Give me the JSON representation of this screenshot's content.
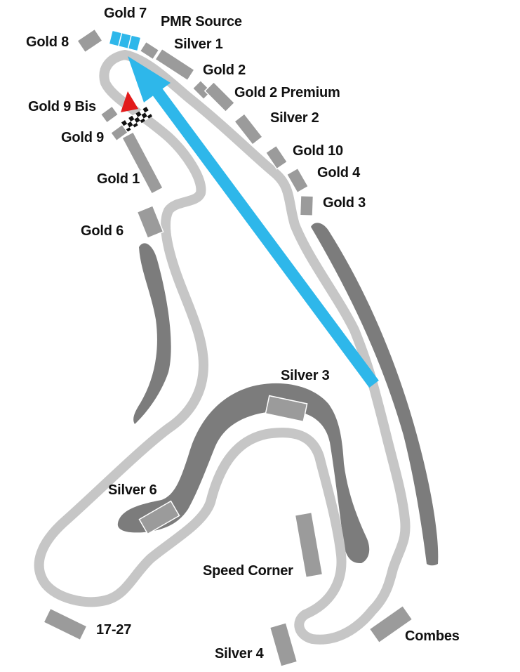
{
  "colors": {
    "track": "#c6c6c6",
    "stand": "#9b9b9b",
    "bank": "#7c7c7c",
    "highlight": "#2eb7ea",
    "start_marker": "#e21b1b",
    "text": "#111111"
  },
  "icons": {
    "direction": "red-triangle-direction-icon",
    "start_line": "checkered-flag-icon",
    "route": "blue-arrow-route"
  },
  "stands": [
    {
      "id": "gold-7",
      "label": "Gold 7",
      "highlighted": true
    },
    {
      "id": "pmr-source",
      "label": "PMR Source"
    },
    {
      "id": "gold-8",
      "label": "Gold 8"
    },
    {
      "id": "silver-1",
      "label": "Silver 1"
    },
    {
      "id": "gold-2",
      "label": "Gold 2"
    },
    {
      "id": "gold-2-premium",
      "label": "Gold 2 Premium"
    },
    {
      "id": "gold-9-bis",
      "label": "Gold 9 Bis"
    },
    {
      "id": "silver-2",
      "label": "Silver 2"
    },
    {
      "id": "gold-9",
      "label": "Gold 9"
    },
    {
      "id": "gold-10",
      "label": "Gold 10"
    },
    {
      "id": "gold-4",
      "label": "Gold 4"
    },
    {
      "id": "gold-1",
      "label": "Gold 1"
    },
    {
      "id": "gold-3",
      "label": "Gold 3"
    },
    {
      "id": "gold-6",
      "label": "Gold 6"
    },
    {
      "id": "silver-3",
      "label": "Silver 3"
    },
    {
      "id": "silver-6",
      "label": "Silver 6"
    },
    {
      "id": "speed-corner",
      "label": "Speed Corner"
    },
    {
      "id": "17-27",
      "label": "17-27"
    },
    {
      "id": "combes",
      "label": "Combes"
    },
    {
      "id": "silver-4",
      "label": "Silver 4"
    }
  ]
}
